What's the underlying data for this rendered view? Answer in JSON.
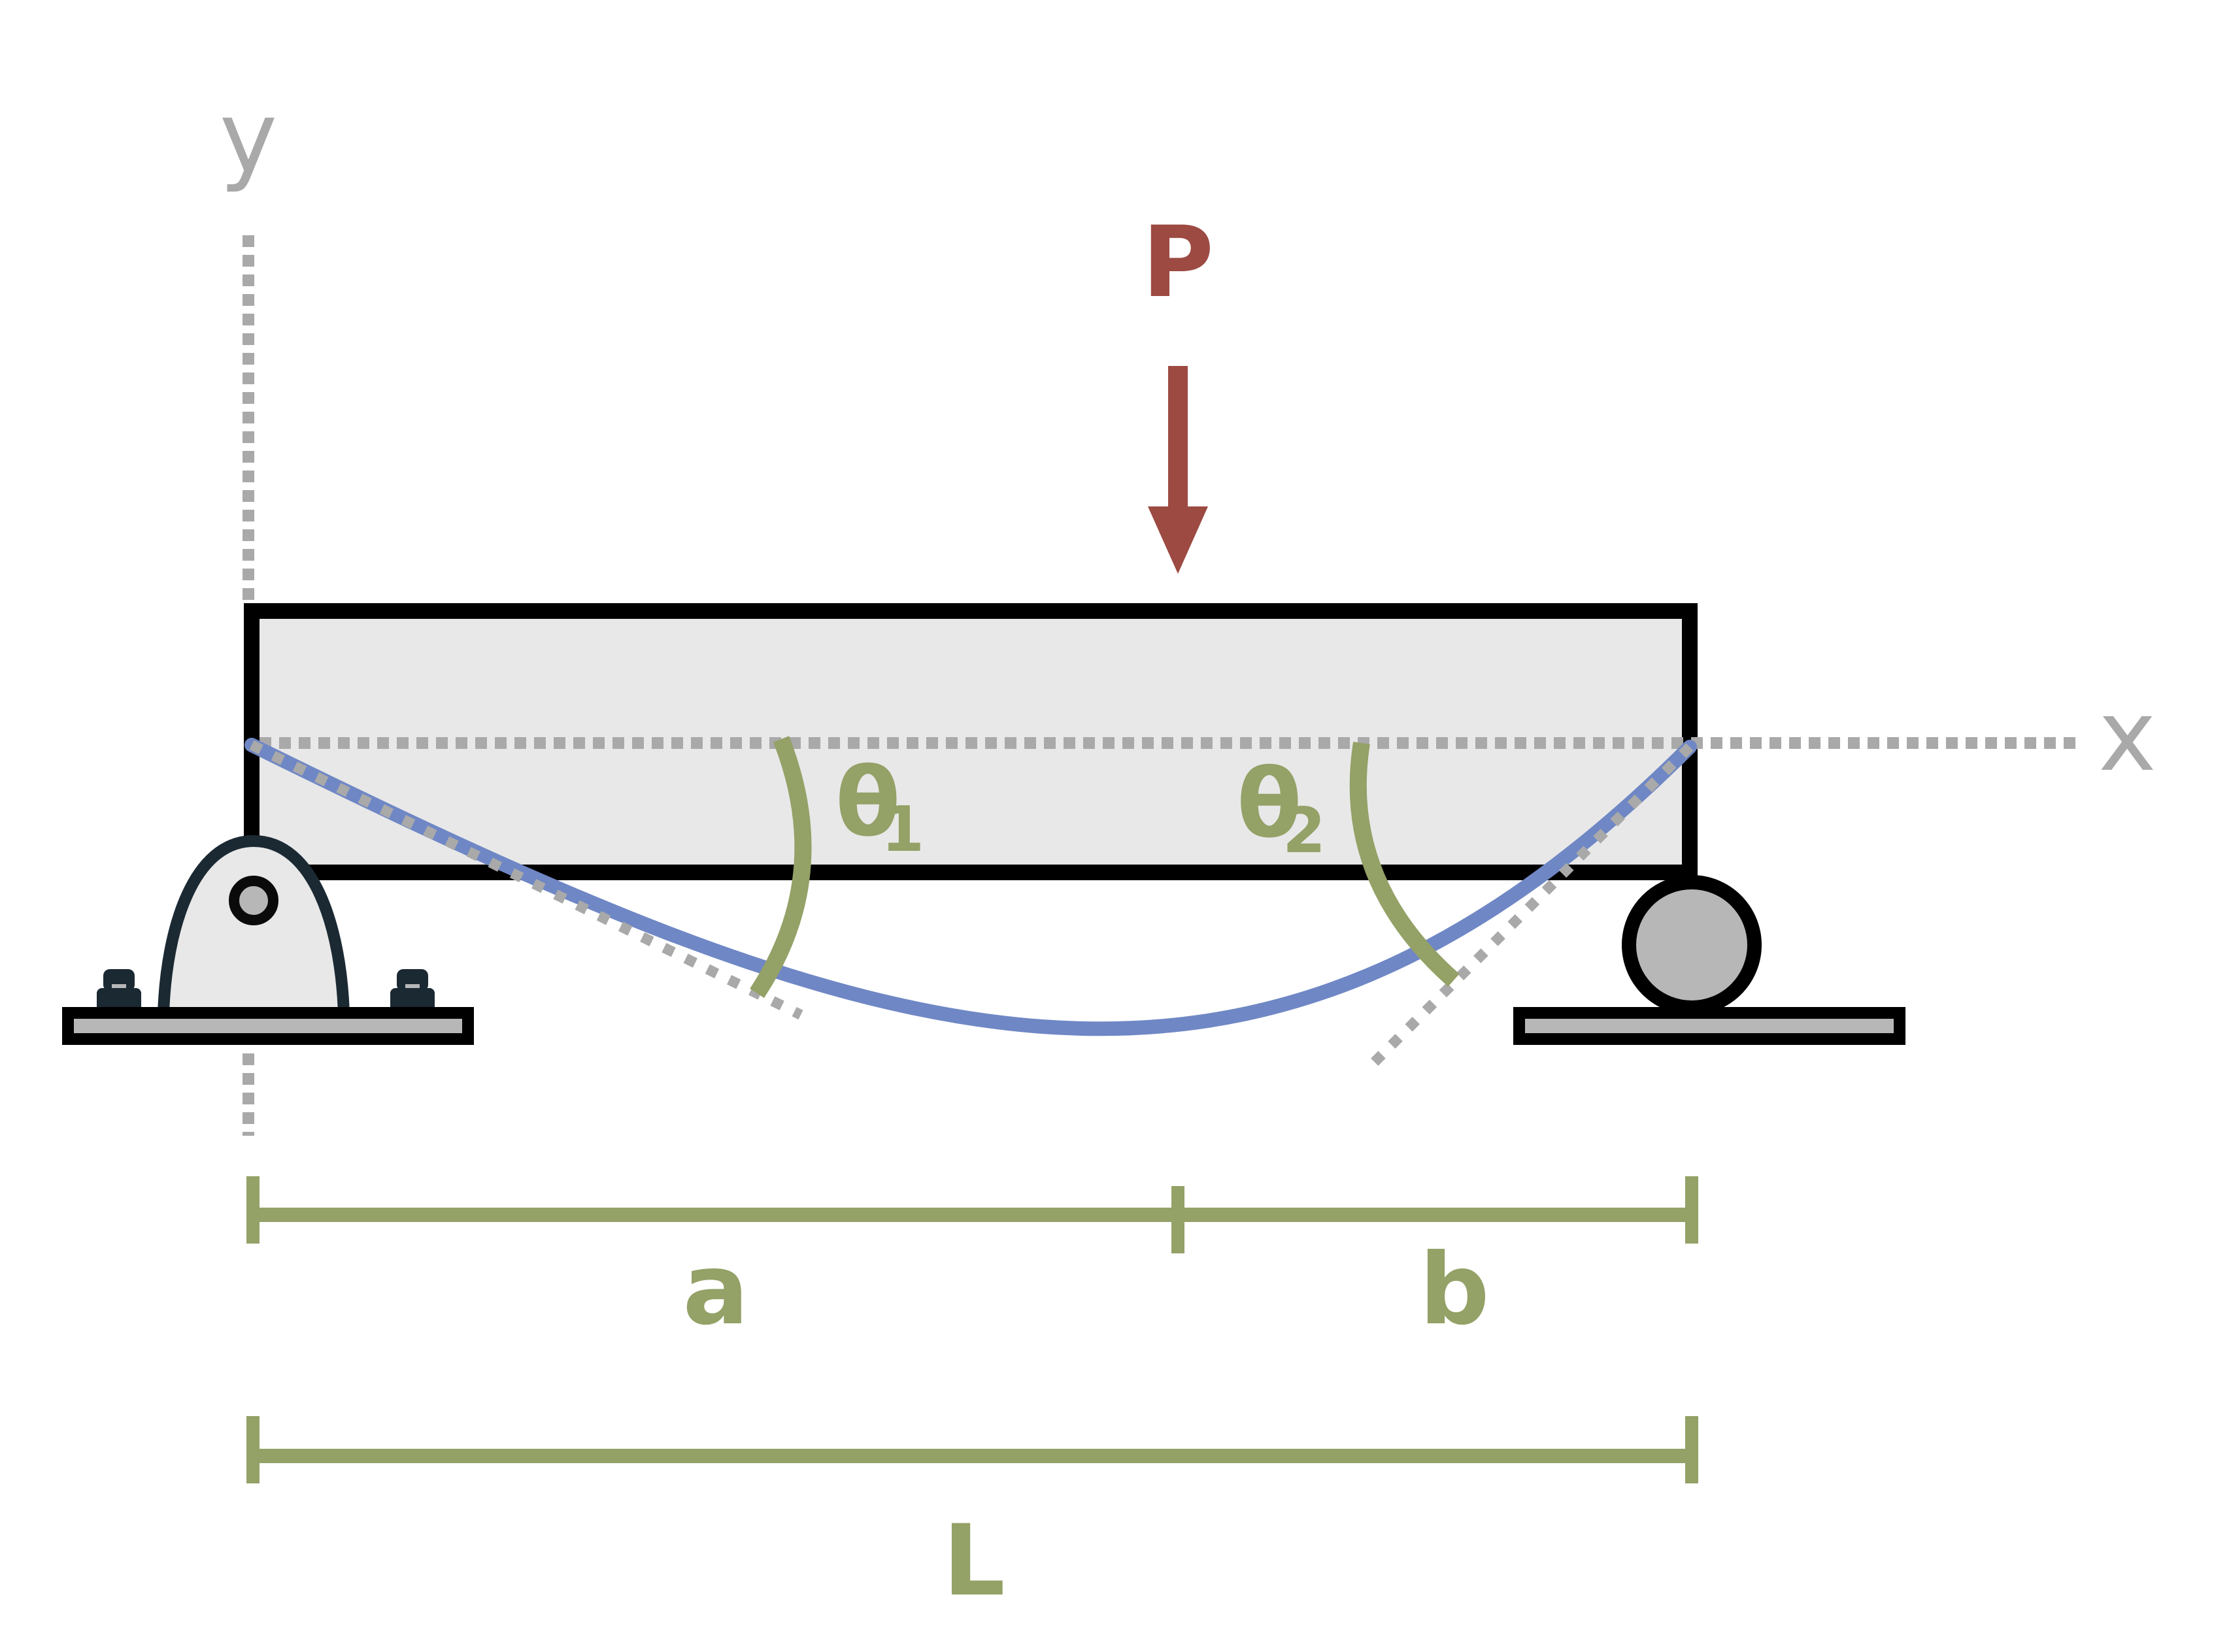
{
  "figure": {
    "description": "Simply supported beam deflection diagram with point load",
    "axis": {
      "x_label": "x",
      "y_label": "y"
    },
    "load": {
      "label": "P"
    },
    "angles": {
      "theta_symbol": "θ",
      "theta1_subscript": "1",
      "theta2_subscript": "2"
    },
    "dimensions": {
      "a_label": "a",
      "b_label": "b",
      "length_label": "L"
    },
    "supports": {
      "left": "pin-support",
      "right": "roller-support"
    },
    "colors": {
      "load_arrow": "#9c4a42",
      "deflection_curve": "#6f87c5",
      "annotation_olive": "#94a167",
      "axis_gray": "#a9a9a9",
      "beam_fill": "#e8e8e8",
      "beam_stroke": "#000000",
      "support_fill": "#b7b7b7",
      "support_dark": "#1b2933"
    }
  }
}
